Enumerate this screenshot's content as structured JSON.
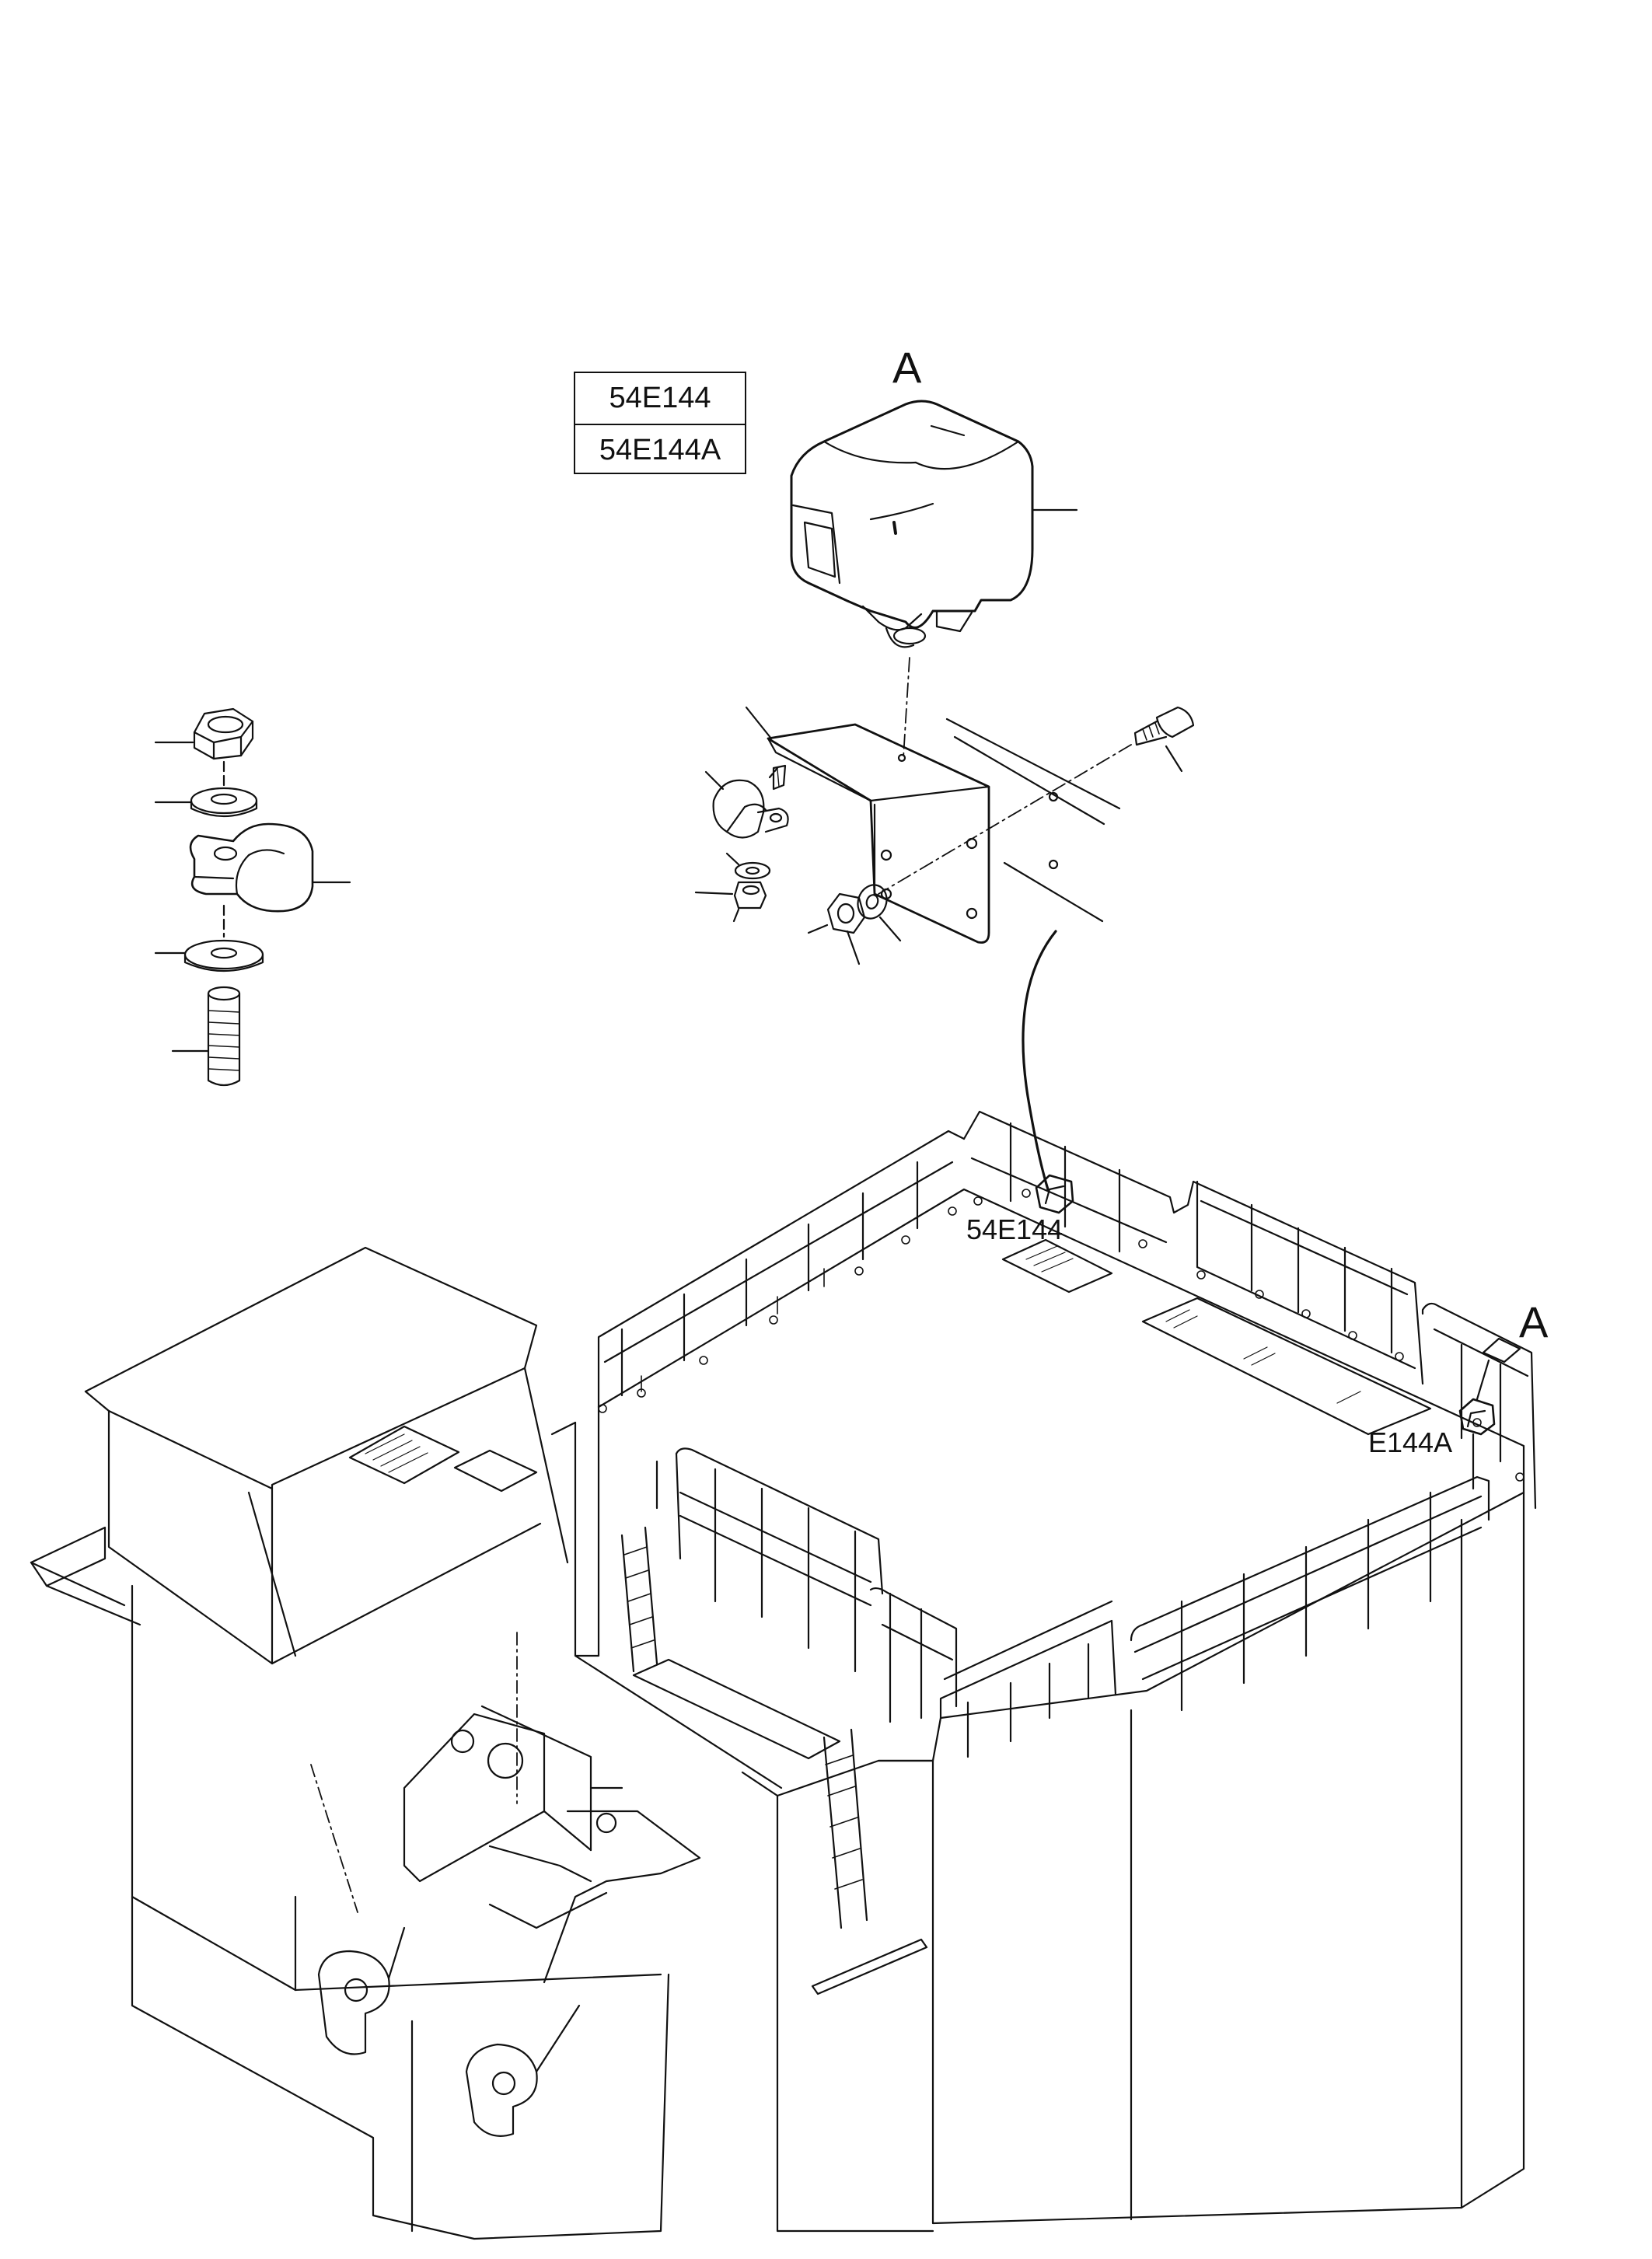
{
  "code_table": {
    "rows": [
      "54E144",
      "54E144A"
    ]
  },
  "callouts": {
    "detail_letter_top": "A",
    "detail_letter_machine": "A",
    "machine_label_1": "54E144",
    "machine_label_2": "E144A"
  },
  "colors": {
    "line": "#111111",
    "background": "#ffffff"
  }
}
